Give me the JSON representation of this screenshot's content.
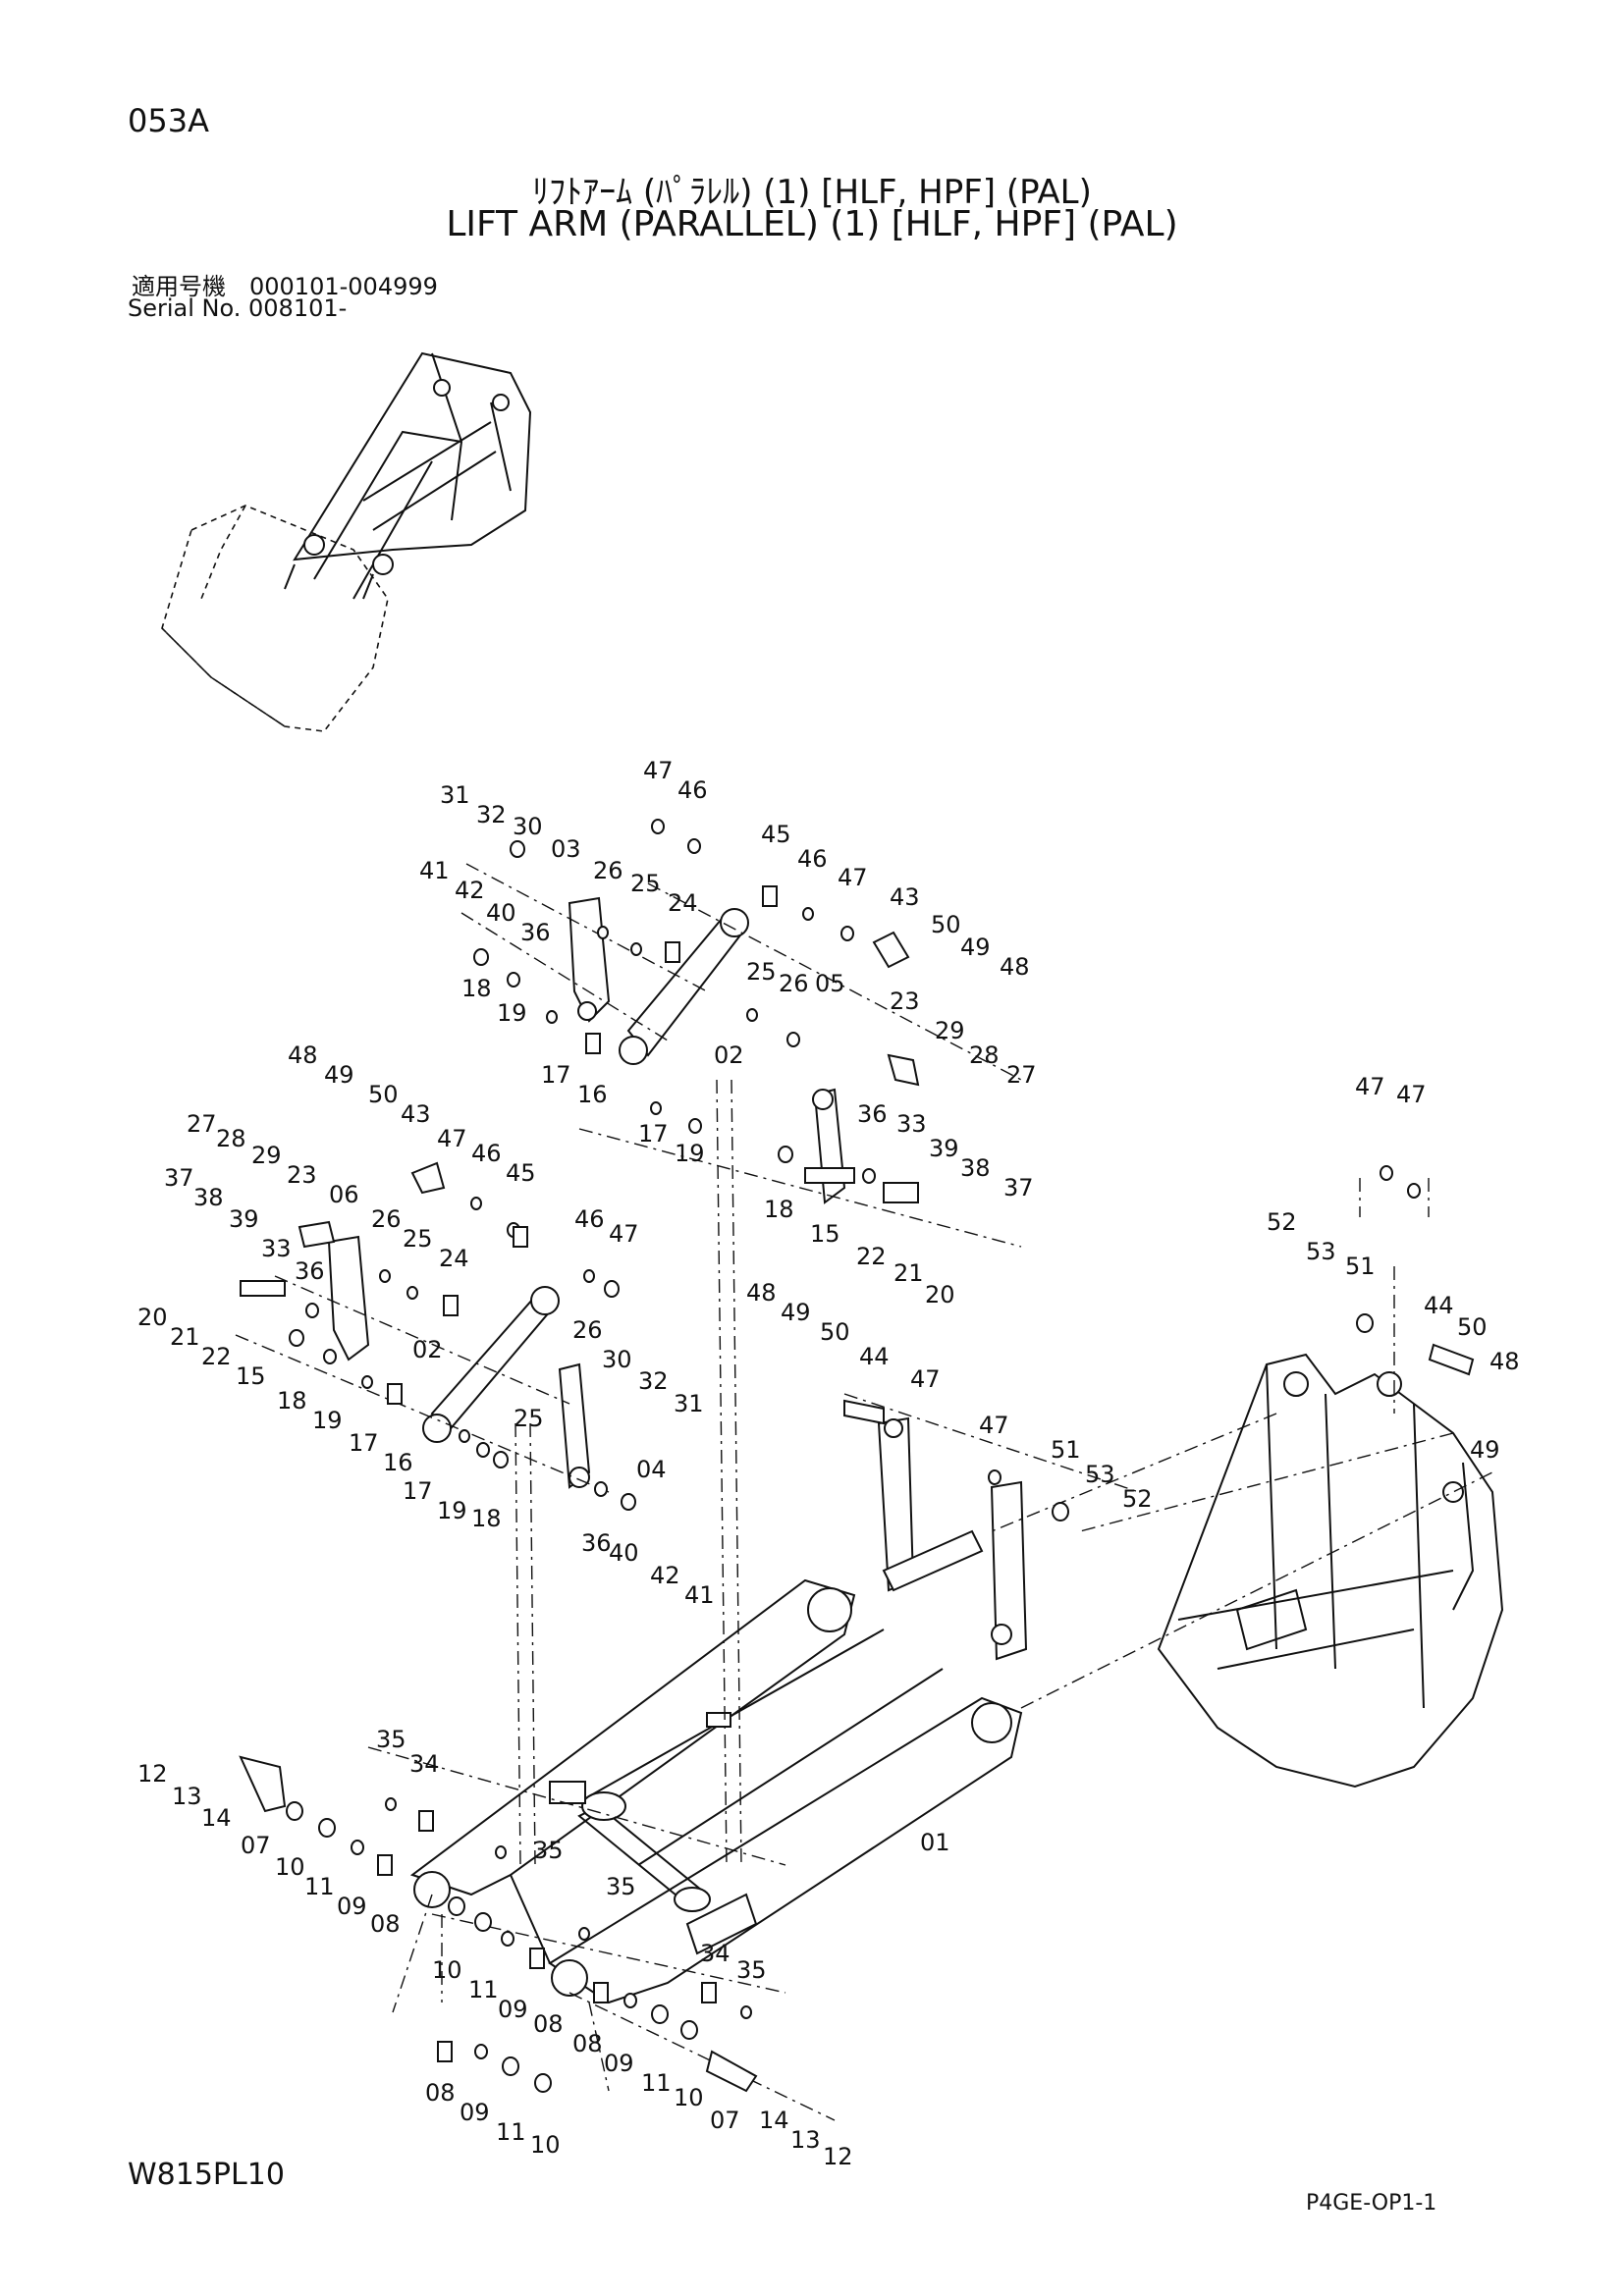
{
  "header": {
    "page_code": "053A",
    "title_jp": "ﾘﾌﾄｱｰﾑ (ﾊﾟﾗﾚﾙ) (1) [HLF, HPF] (PAL)",
    "title_en": "LIFT ARM (PARALLEL) (1) [HLF, HPF] (PAL)",
    "serial_jp": "適用号機　000101-004999",
    "serial_en": "Serial  No.  008101-"
  },
  "footer": {
    "drawing_code": "W815PL10",
    "page_ref": "P4GE-OP1-1"
  },
  "part_labels": [
    {
      "id": "l1",
      "text": "47"
    },
    {
      "id": "l2",
      "text": "46"
    },
    {
      "id": "l3",
      "text": "31"
    },
    {
      "id": "l4",
      "text": "32"
    },
    {
      "id": "l5",
      "text": "30"
    },
    {
      "id": "l6",
      "text": "03"
    },
    {
      "id": "l7",
      "text": "26"
    },
    {
      "id": "l8",
      "text": "25"
    },
    {
      "id": "l9",
      "text": "24"
    },
    {
      "id": "l10",
      "text": "45"
    },
    {
      "id": "l11",
      "text": "46"
    },
    {
      "id": "l12",
      "text": "47"
    },
    {
      "id": "l13",
      "text": "43"
    },
    {
      "id": "l14",
      "text": "50"
    },
    {
      "id": "l15",
      "text": "49"
    },
    {
      "id": "l16",
      "text": "48"
    },
    {
      "id": "l17",
      "text": "41"
    },
    {
      "id": "l18",
      "text": "42"
    },
    {
      "id": "l19",
      "text": "40"
    },
    {
      "id": "l20",
      "text": "36"
    },
    {
      "id": "l21",
      "text": "18"
    },
    {
      "id": "l22",
      "text": "19"
    },
    {
      "id": "l23",
      "text": "17"
    },
    {
      "id": "l24",
      "text": "16"
    },
    {
      "id": "l25",
      "text": "25"
    },
    {
      "id": "l26",
      "text": "26"
    },
    {
      "id": "l27",
      "text": "05"
    },
    {
      "id": "l28",
      "text": "02"
    },
    {
      "id": "l29",
      "text": "23"
    },
    {
      "id": "l30",
      "text": "29"
    },
    {
      "id": "l31",
      "text": "28"
    },
    {
      "id": "l32",
      "text": "27"
    },
    {
      "id": "l33",
      "text": "17"
    },
    {
      "id": "l34",
      "text": "19"
    },
    {
      "id": "l35",
      "text": "36"
    },
    {
      "id": "l36",
      "text": "33"
    },
    {
      "id": "l37",
      "text": "39"
    },
    {
      "id": "l38",
      "text": "38"
    },
    {
      "id": "l39",
      "text": "37"
    },
    {
      "id": "l40",
      "text": "18"
    },
    {
      "id": "l41",
      "text": "15"
    },
    {
      "id": "l42",
      "text": "22"
    },
    {
      "id": "l43",
      "text": "21"
    },
    {
      "id": "l44",
      "text": "20"
    },
    {
      "id": "l45",
      "text": "48"
    },
    {
      "id": "l46",
      "text": "49"
    },
    {
      "id": "l47",
      "text": "50"
    },
    {
      "id": "l48",
      "text": "43"
    },
    {
      "id": "l49",
      "text": "47"
    },
    {
      "id": "l50",
      "text": "46"
    },
    {
      "id": "l51",
      "text": "45"
    },
    {
      "id": "l52",
      "text": "27"
    },
    {
      "id": "l53",
      "text": "28"
    },
    {
      "id": "l54",
      "text": "29"
    },
    {
      "id": "l55",
      "text": "23"
    },
    {
      "id": "l56",
      "text": "06"
    },
    {
      "id": "l57",
      "text": "37"
    },
    {
      "id": "l58",
      "text": "38"
    },
    {
      "id": "l59",
      "text": "39"
    },
    {
      "id": "l60",
      "text": "33"
    },
    {
      "id": "l61",
      "text": "36"
    },
    {
      "id": "l62",
      "text": "26"
    },
    {
      "id": "l63",
      "text": "25"
    },
    {
      "id": "l64",
      "text": "24"
    },
    {
      "id": "l65",
      "text": "46"
    },
    {
      "id": "l66",
      "text": "47"
    },
    {
      "id": "l67",
      "text": "20"
    },
    {
      "id": "l68",
      "text": "21"
    },
    {
      "id": "l69",
      "text": "22"
    },
    {
      "id": "l70",
      "text": "15"
    },
    {
      "id": "l71",
      "text": "18"
    },
    {
      "id": "l72",
      "text": "19"
    },
    {
      "id": "l73",
      "text": "17"
    },
    {
      "id": "l74",
      "text": "16"
    },
    {
      "id": "l75",
      "text": "02"
    },
    {
      "id": "l76",
      "text": "26"
    },
    {
      "id": "l77",
      "text": "25"
    },
    {
      "id": "l78",
      "text": "30"
    },
    {
      "id": "l79",
      "text": "32"
    },
    {
      "id": "l80",
      "text": "31"
    },
    {
      "id": "l81",
      "text": "04"
    },
    {
      "id": "l82",
      "text": "17"
    },
    {
      "id": "l83",
      "text": "19"
    },
    {
      "id": "l84",
      "text": "18"
    },
    {
      "id": "l85",
      "text": "36"
    },
    {
      "id": "l86",
      "text": "40"
    },
    {
      "id": "l87",
      "text": "42"
    },
    {
      "id": "l88",
      "text": "41"
    },
    {
      "id": "l89",
      "text": "48"
    },
    {
      "id": "l90",
      "text": "49"
    },
    {
      "id": "l91",
      "text": "50"
    },
    {
      "id": "l92",
      "text": "44"
    },
    {
      "id": "l93",
      "text": "47"
    },
    {
      "id": "l94",
      "text": "47"
    },
    {
      "id": "l95",
      "text": "51"
    },
    {
      "id": "l96",
      "text": "53"
    },
    {
      "id": "l97",
      "text": "52"
    },
    {
      "id": "l98",
      "text": "47"
    },
    {
      "id": "l99",
      "text": "47"
    },
    {
      "id": "l100",
      "text": "52"
    },
    {
      "id": "l101",
      "text": "53"
    },
    {
      "id": "l102",
      "text": "51"
    },
    {
      "id": "l103",
      "text": "44"
    },
    {
      "id": "l104",
      "text": "50"
    },
    {
      "id": "l105",
      "text": "48"
    },
    {
      "id": "l106",
      "text": "49"
    },
    {
      "id": "l107",
      "text": "35"
    },
    {
      "id": "l108",
      "text": "34"
    },
    {
      "id": "l109",
      "text": "12"
    },
    {
      "id": "l110",
      "text": "13"
    },
    {
      "id": "l111",
      "text": "14"
    },
    {
      "id": "l112",
      "text": "07"
    },
    {
      "id": "l113",
      "text": "10"
    },
    {
      "id": "l114",
      "text": "11"
    },
    {
      "id": "l115",
      "text": "09"
    },
    {
      "id": "l116",
      "text": "08"
    },
    {
      "id": "l117",
      "text": "35"
    },
    {
      "id": "l118",
      "text": "35"
    },
    {
      "id": "l119",
      "text": "01"
    },
    {
      "id": "l120",
      "text": "10"
    },
    {
      "id": "l121",
      "text": "11"
    },
    {
      "id": "l122",
      "text": "09"
    },
    {
      "id": "l123",
      "text": "08"
    },
    {
      "id": "l124",
      "text": "34"
    },
    {
      "id": "l125",
      "text": "35"
    },
    {
      "id": "l126",
      "text": "08"
    },
    {
      "id": "l127",
      "text": "09"
    },
    {
      "id": "l128",
      "text": "11"
    },
    {
      "id": "l129",
      "text": "10"
    },
    {
      "id": "l130",
      "text": "07"
    },
    {
      "id": "l131",
      "text": "14"
    },
    {
      "id": "l132",
      "text": "13"
    },
    {
      "id": "l133",
      "text": "12"
    },
    {
      "id": "l134",
      "text": "08"
    },
    {
      "id": "l135",
      "text": "09"
    },
    {
      "id": "l136",
      "text": "11"
    },
    {
      "id": "l137",
      "text": "10"
    }
  ]
}
